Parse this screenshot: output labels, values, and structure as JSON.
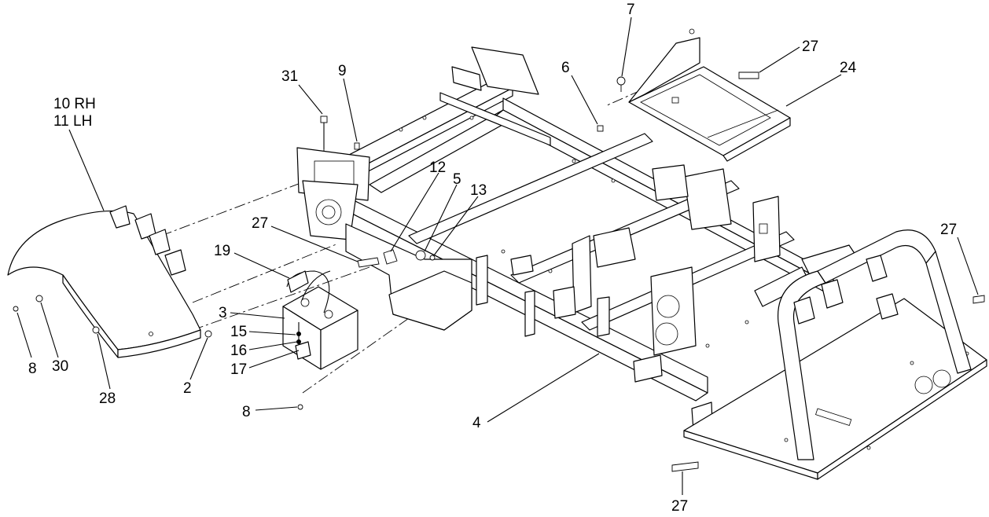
{
  "callouts": [
    {
      "id": "c-10rh",
      "text": "10 RH"
    },
    {
      "id": "c-11lh",
      "text": "11 LH"
    },
    {
      "id": "c-31",
      "text": "31"
    },
    {
      "id": "c-9",
      "text": "9"
    },
    {
      "id": "c-6",
      "text": "6"
    },
    {
      "id": "c-7",
      "text": "7"
    },
    {
      "id": "c-27a",
      "text": "27"
    },
    {
      "id": "c-24",
      "text": "24"
    },
    {
      "id": "c-12",
      "text": "12"
    },
    {
      "id": "c-5",
      "text": "5"
    },
    {
      "id": "c-13",
      "text": "13"
    },
    {
      "id": "c-27b",
      "text": "27"
    },
    {
      "id": "c-19",
      "text": "19"
    },
    {
      "id": "c-3",
      "text": "3"
    },
    {
      "id": "c-15",
      "text": "15"
    },
    {
      "id": "c-16",
      "text": "16"
    },
    {
      "id": "c-17",
      "text": "17"
    },
    {
      "id": "c-8a",
      "text": "8"
    },
    {
      "id": "c-30",
      "text": "30"
    },
    {
      "id": "c-28",
      "text": "28"
    },
    {
      "id": "c-2",
      "text": "2"
    },
    {
      "id": "c-8b",
      "text": "8"
    },
    {
      "id": "c-4",
      "text": "4"
    },
    {
      "id": "c-27c",
      "text": "27"
    },
    {
      "id": "c-27d",
      "text": "27"
    }
  ]
}
